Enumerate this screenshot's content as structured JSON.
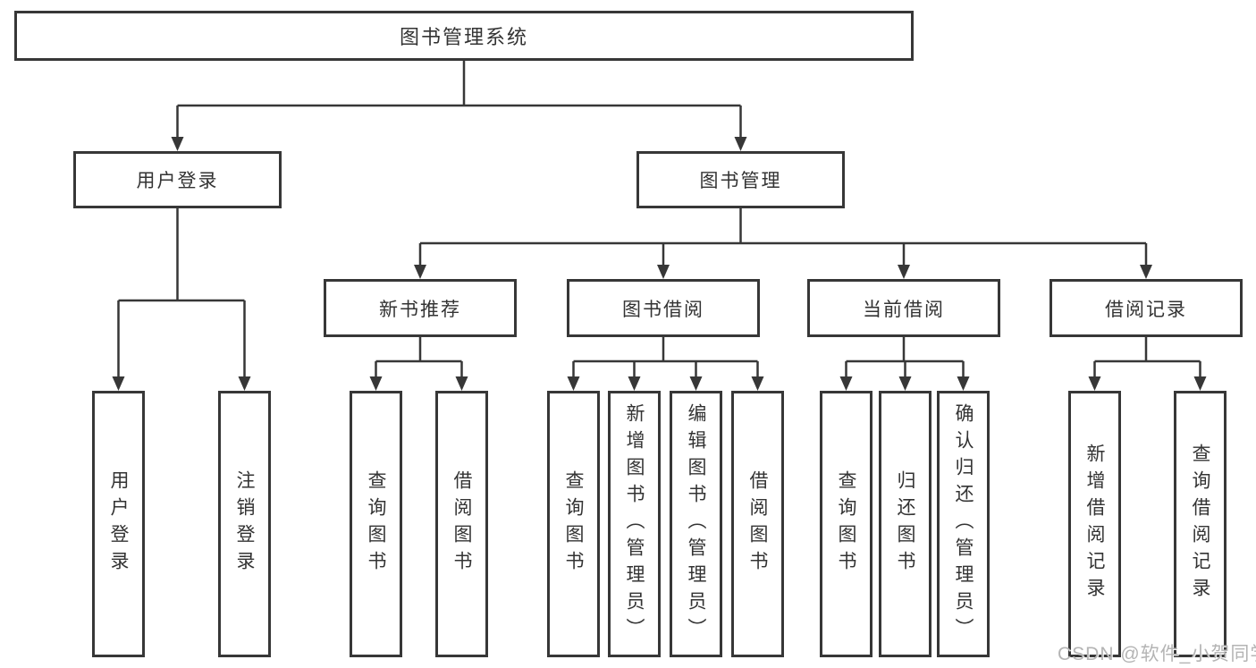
{
  "diagram": {
    "type": "hierarchy-chart",
    "root": {
      "label": "图书管理系统"
    },
    "branches": [
      {
        "label": "用户登录",
        "children": [
          {
            "label": "用户登录"
          },
          {
            "label": "注销登录"
          }
        ]
      },
      {
        "label": "图书管理",
        "children": [
          {
            "label": "新书推荐",
            "children": [
              {
                "label": "查询图书"
              },
              {
                "label": "借阅图书"
              }
            ]
          },
          {
            "label": "图书借阅",
            "children": [
              {
                "label": "查询图书"
              },
              {
                "label": "新增图书（管理员）"
              },
              {
                "label": "编辑图书（管理员）"
              },
              {
                "label": "借阅图书"
              }
            ]
          },
          {
            "label": "当前借阅",
            "children": [
              {
                "label": "查询图书"
              },
              {
                "label": "归还图书"
              },
              {
                "label": "确认归还（管理员）"
              }
            ]
          },
          {
            "label": "借阅记录",
            "children": [
              {
                "label": "新增借阅记录"
              },
              {
                "label": "查询借阅记录"
              }
            ]
          }
        ]
      }
    ]
  },
  "watermark": "CSDN @软件_小贺同学",
  "colors": {
    "line": "#373737",
    "text": "#333333",
    "box_background": "#ffffff",
    "page_background": "#ffffff",
    "watermark": "#b4b4b4"
  }
}
